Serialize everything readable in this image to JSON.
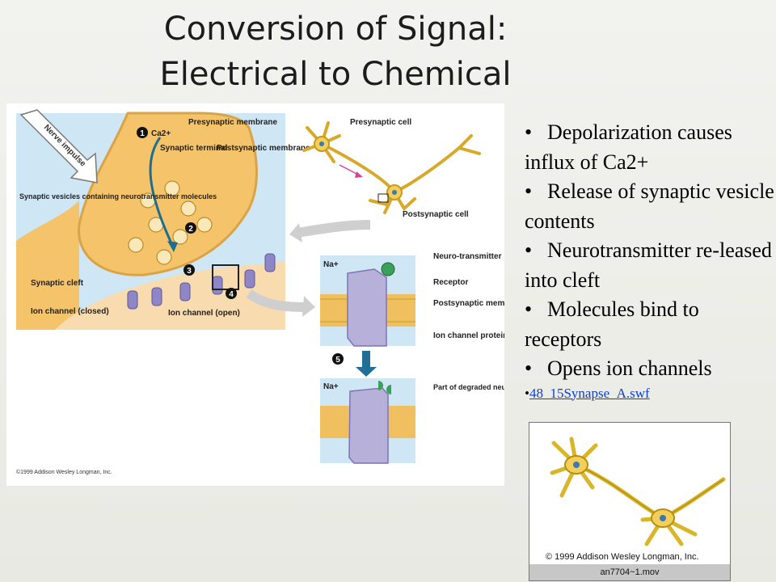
{
  "slide": {
    "title_line1": "Conversion of Signal:",
    "title_line2": "Electrical to Chemical"
  },
  "bullets": [
    "Depolarization causes influx of Ca2+",
    "Release of synaptic vesicle contents",
    "Neurotransmitter re-leased into cleft",
    "Molecules bind to receptors",
    "Opens ion channels"
  ],
  "link": {
    "bullet": "•",
    "text": "48_15Synapse_A.swf"
  },
  "figure": {
    "nerve_impulse": "Nerve impulse",
    "ca_label": "Ca2+",
    "presynaptic_membrane": "Presynaptic membrane",
    "synaptic_terminal": "Synaptic terminal",
    "postsynaptic_membrane": "Postsynaptic membrane",
    "synaptic_vesicles": "Synaptic vesicles containing neurotransmitter molecules",
    "synaptic_cleft": "Synaptic cleft",
    "ion_channel_closed": "Ion channel (closed)",
    "ion_channel_open": "Ion channel (open)",
    "presynaptic_cell": "Presynaptic cell",
    "postsynaptic_cell": "Postsynaptic cell",
    "na_plus": "Na+",
    "neurotransmitter": "Neuro-transmitter",
    "receptor": "Receptor",
    "postsynaptic_membrane_2": "Postsynaptic membrane",
    "ion_channel_protein": "Ion channel protein",
    "degraded_nt": "Part of degraded neuro-transmitter",
    "copyright": "©1999 Addison Wesley Longman, Inc.",
    "steps": [
      "1",
      "2",
      "3",
      "4",
      "5"
    ]
  },
  "video": {
    "copyright": "© 1999 Addison Wesley Longman, Inc.",
    "filename": "an7704~1.mov"
  },
  "colors": {
    "terminal": "#f5c36a",
    "cleft_bg": "#f8dcb0",
    "blue_bg": "#cfe6f4",
    "membrane": "#f0c060",
    "channel": "#b7b0d8",
    "neuron": "#f3cf5a",
    "link": "#0a3fd6"
  }
}
